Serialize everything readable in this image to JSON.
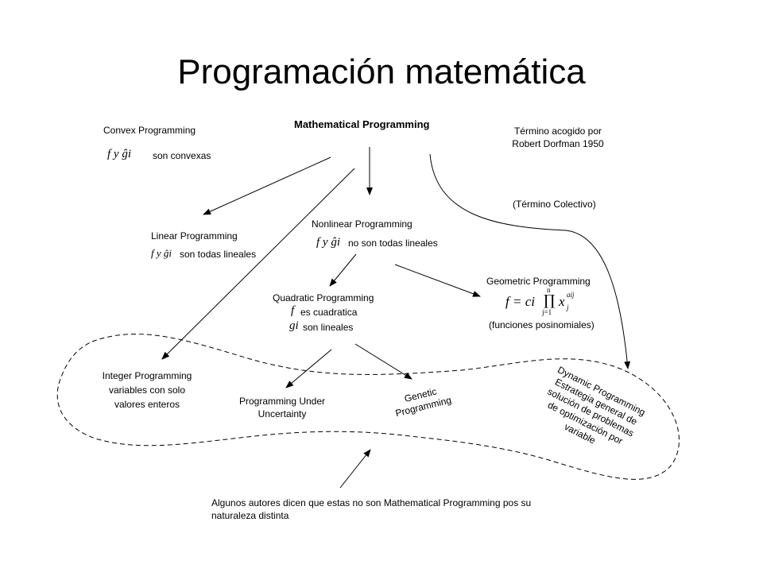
{
  "title": "Programación matemática",
  "nodes": {
    "mathematical_programming": "Mathematical Programming",
    "termino_line1": "Término acogido por",
    "termino_line2": "Robert Dorfman 1950",
    "termino_colectivo": "(Término Colectivo)",
    "convex": {
      "label": "Convex Programming",
      "math": "f y ĝi",
      "text": "son convexas"
    },
    "linear": {
      "label": "Linear Programming",
      "math": "f y ĝi",
      "text": "son todas lineales"
    },
    "nonlinear": {
      "label": "Nonlinear Programming",
      "math": "f y ĝi",
      "text": "no son todas lineales"
    },
    "quadratic": {
      "label": "Quadratic Programming",
      "f_math": "f",
      "f_text": "es cuadratica",
      "g_math": "gi",
      "g_text": "son lineales"
    },
    "geometric": {
      "label": "Geometric Programming",
      "formula_lhs": "f = ci",
      "product": "∏",
      "upper": "n",
      "lower": "j=1",
      "term": "x",
      "sub": "j",
      "sup": "aij",
      "text": "(funciones posinomiales)"
    },
    "integer": {
      "line1": "Integer Programming",
      "line2": "variables con solo",
      "line3": "valores enteros"
    },
    "uncertainty": {
      "line1": "Programming Under",
      "line2": "Uncertainty"
    },
    "genetic": {
      "line1": "Genetic",
      "line2": "Programming"
    },
    "dynamic": {
      "line1": "Dynamic Programming",
      "line2": "Estrategia general de",
      "line3": "solución de problemas",
      "line4": "de optimización por",
      "line5": "variable"
    },
    "note": {
      "line1": "Algunos autores dicen que estas no son Mathematical Programming pos su",
      "line2": "naturaleza distinta"
    }
  }
}
